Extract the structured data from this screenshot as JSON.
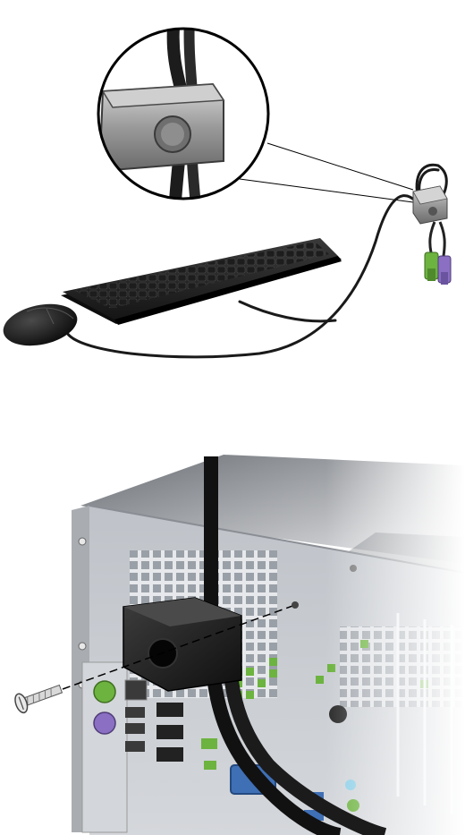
{
  "figures": [
    {
      "name": "keyboard-mouse-cable-lock-illustration",
      "parts": [
        "mouse",
        "keyboard",
        "cable-clip",
        "ps2-green-connector",
        "ps2-purple-connector",
        "magnified-clip-callout"
      ],
      "colors": {
        "ps2_green": "#6db33f",
        "ps2_purple": "#8a6fc2",
        "clip_metal": "#9a9a9a"
      }
    },
    {
      "name": "computer-rear-panel-lock-installation",
      "parts": [
        "computer-chassis",
        "security-cable",
        "lock-clip",
        "screw",
        "rear-ports"
      ],
      "colors": {
        "panel_grey": "#c9cdd3",
        "green_ports": "#6db33f",
        "blue_usb": "#3f6fb5"
      }
    }
  ]
}
